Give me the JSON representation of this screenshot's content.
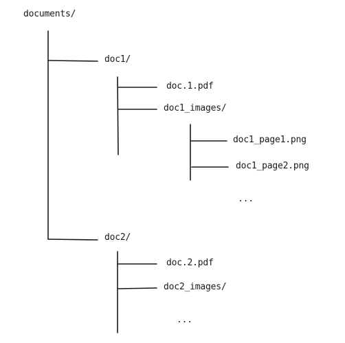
{
  "tree": {
    "root": "documents/",
    "doc1": {
      "label": "doc1/",
      "pdf": "doc.1.pdf",
      "images": {
        "label": "doc1_images/",
        "page1": "doc1_page1.png",
        "page2": "doc1_page2.png",
        "more": "..."
      }
    },
    "doc2": {
      "label": "doc2/",
      "pdf": "doc.2.pdf",
      "images": "doc2_images/",
      "more": "..."
    }
  }
}
